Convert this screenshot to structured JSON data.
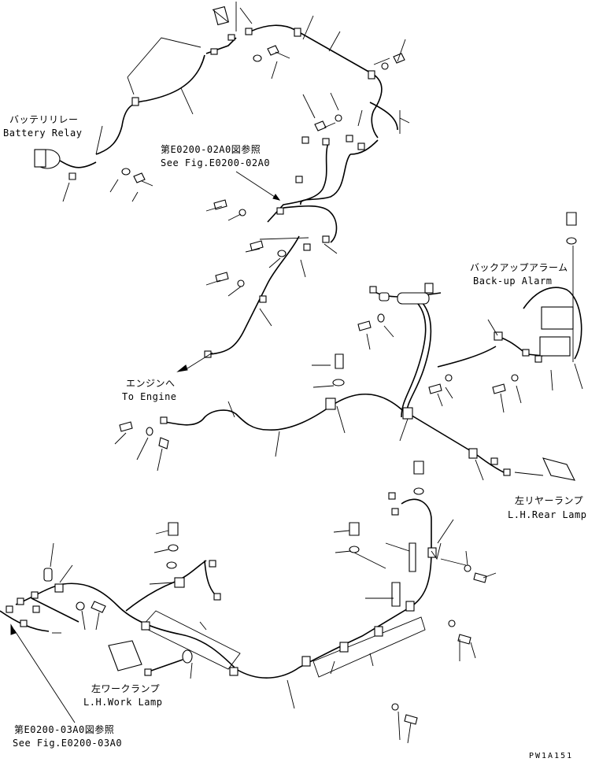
{
  "labels": {
    "battery_relay_jp": "バッテリリレー",
    "battery_relay_en": "Battery Relay",
    "see_fig_top_jp": "第E0200-02A0図参照",
    "see_fig_top_en": "See Fig.E0200-02A0",
    "backup_alarm_jp": "バックアップアラーム",
    "backup_alarm_en": "Back-up Alarm",
    "to_engine_jp": "エンジンへ",
    "to_engine_en": "To Engine",
    "rear_lamp_jp": "左リヤーランプ",
    "rear_lamp_en": "L.H.Rear Lamp",
    "work_lamp_jp": "左ワークランプ",
    "work_lamp_en": "L.H.Work Lamp",
    "see_fig_bottom_jp": "第E0200-03A0図参照",
    "see_fig_bottom_en": "See Fig.E0200-03A0",
    "drawing_code": "PW1A151"
  }
}
